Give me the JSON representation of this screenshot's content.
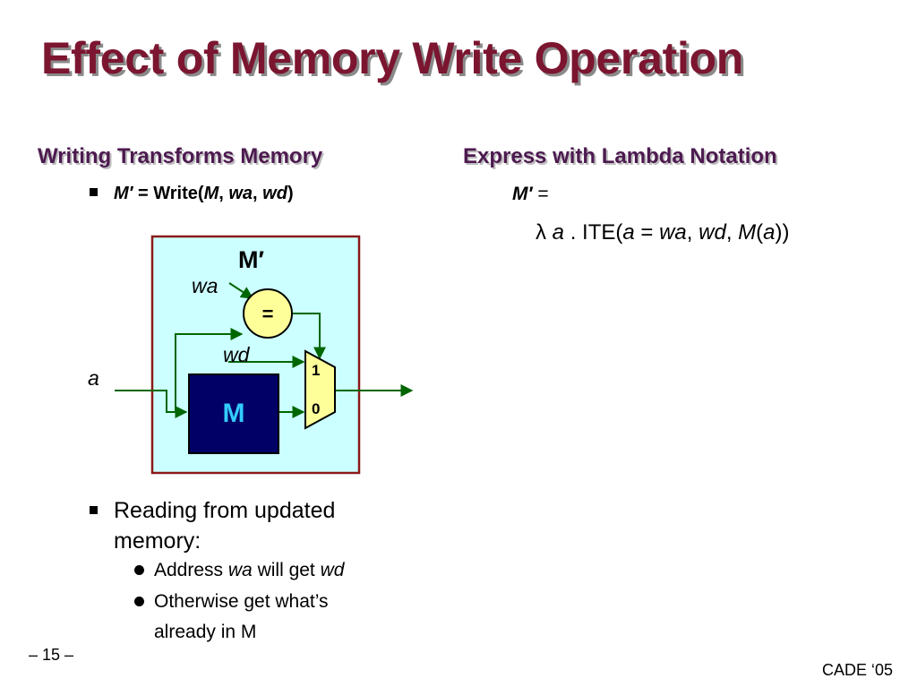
{
  "slide": {
    "title": "Effect of Memory Write Operation",
    "left_heading": "Writing Transforms Memory",
    "right_heading": "Express with Lambda Notation",
    "write_eq": {
      "lhs": "M′",
      "equals": " = Write(",
      "arg1": "M",
      "comma1": ", ",
      "arg2": "wa",
      "comma2": ", ",
      "arg3": "wd",
      "close": ")"
    },
    "lambda_eq": {
      "lhs": "M′",
      "equals": " =",
      "lambda": "λ",
      "var": "a",
      "dot_ite": " . ITE(",
      "cond_a": "a",
      "cond_eq": " = ",
      "cond_wa": "wa",
      "comma1": ", ",
      "wd": "wd",
      "comma2": ", ",
      "m": "M",
      "paren_open": "(",
      "m_arg": "a",
      "paren_close": "))"
    },
    "reading_bullet": "Reading from updated memory:",
    "sub_bullet_1": {
      "pre": "Address ",
      "wa": "wa",
      "mid": " will get ",
      "wd": "wd"
    },
    "sub_bullet_2": "Otherwise get what’s already in M",
    "page_number": "– 15 –",
    "conference": "CADE ‘05"
  },
  "diagram": {
    "outer_label": "M′",
    "memory_label": "M",
    "comparator_label": "=",
    "input_a": "a",
    "input_wa": "wa",
    "input_wd": "wd",
    "mux_input_1": "1",
    "mux_input_0": "0",
    "colors": {
      "outer_fill": "#ccffff",
      "outer_border": "#8b1a1a",
      "memory_fill": "#000066",
      "memory_text": "#33ccff",
      "comparator_fill": "#ffff99",
      "mux_fill": "#ffff99",
      "wire": "#006600"
    }
  }
}
